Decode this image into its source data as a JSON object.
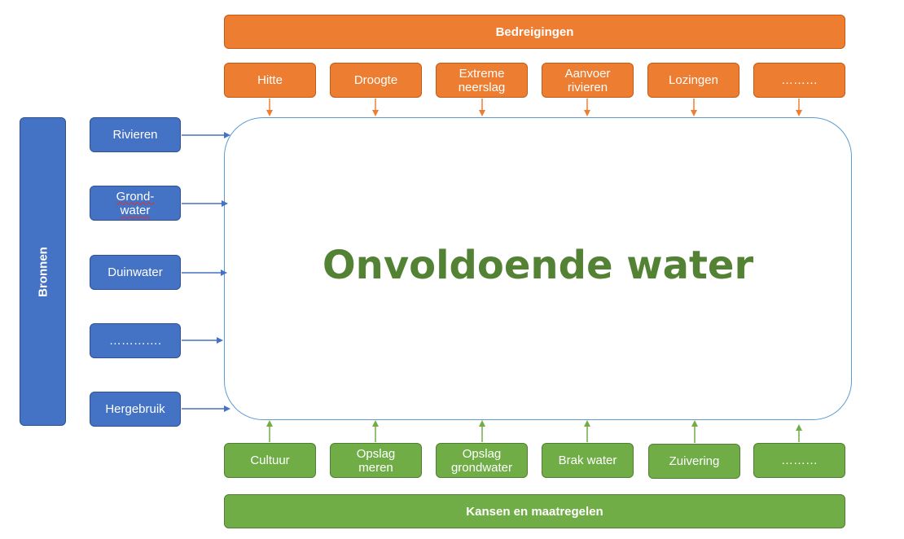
{
  "top_banner": {
    "label": "Bedreigingen"
  },
  "threats": [
    {
      "label": "Hitte"
    },
    {
      "label": "Droogte"
    },
    {
      "label": "Extreme neerslag",
      "lines": [
        "Extreme",
        "neerslag"
      ]
    },
    {
      "label": "Aanvoer rivieren",
      "lines": [
        "Aanvoer",
        "rivieren"
      ]
    },
    {
      "label": "Lozingen"
    },
    {
      "label": "………"
    }
  ],
  "center": {
    "title": "Onvoldoende water"
  },
  "sources_bar": {
    "label": "Bronnen"
  },
  "sources": [
    {
      "label": "Rivieren"
    },
    {
      "label": "Grond-water",
      "lines": [
        "Grond-",
        "water"
      ]
    },
    {
      "label": "Duinwater"
    },
    {
      "label": "…………."
    },
    {
      "label": "Hergebruik"
    }
  ],
  "measures": [
    {
      "label": "Cultuur"
    },
    {
      "label": "Opslag meren",
      "lines": [
        "Opslag",
        "meren"
      ]
    },
    {
      "label": "Opslag grondwater",
      "lines": [
        "Opslag",
        "grondwater"
      ]
    },
    {
      "label": "Brak water"
    },
    {
      "label": "Zuivering"
    },
    {
      "label": "………"
    }
  ],
  "bottom_banner": {
    "label": "Kansen en maatregelen"
  },
  "colors": {
    "threat_fill": "#ed7d31",
    "source_fill": "#4472c4",
    "measure_fill": "#70ad47",
    "center_border": "#5b9bd5",
    "center_title": "#548235"
  }
}
